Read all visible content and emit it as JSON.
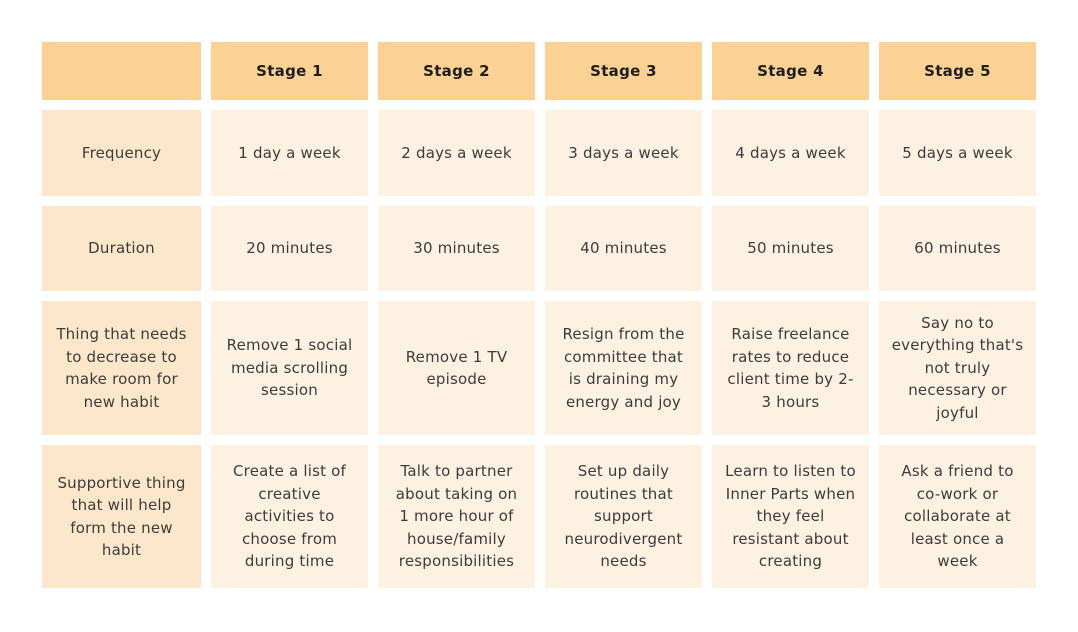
{
  "theme": {
    "page_bg": "#FFFFFF",
    "header_bg": "#FCD294",
    "label_column_bg": "#FDE7CA",
    "body_cell_bg": "#FDF1E2",
    "header_text_color": "#1E1E1E",
    "body_text_color": "#3C3C3C"
  },
  "table": {
    "header": {
      "corner": "",
      "columns": [
        "Stage 1",
        "Stage 2",
        "Stage 3",
        "Stage 4",
        "Stage 5"
      ]
    },
    "rows": [
      {
        "label": "Frequency",
        "cells": [
          "1 day a week",
          "2 days a week",
          "3 days a week",
          "4 days a week",
          "5 days a week"
        ]
      },
      {
        "label": "Duration",
        "cells": [
          "20 minutes",
          "30 minutes",
          "40 minutes",
          "50 minutes",
          "60 minutes"
        ]
      },
      {
        "label": "Thing that needs to decrease to make room for new habit",
        "cells": [
          "Remove 1 social media scrolling session",
          "Remove 1 TV episode",
          "Resign from the committee that is draining my energy and joy",
          "Raise freelance rates to reduce client time by 2-3 hours",
          "Say no to everything that's not truly necessary or joyful"
        ]
      },
      {
        "label": "Supportive thing that will help form the new habit",
        "cells": [
          "Create a list of creative activities to choose from during time",
          "Talk to partner about taking on 1 more hour of house/family responsibilities",
          "Set up daily routines that support neurodivergent needs",
          "Learn to listen to Inner Parts when they feel resistant about creating",
          "Ask a friend to co-work or collaborate at least once a week"
        ]
      }
    ]
  },
  "chart_data": {
    "type": "table",
    "title": "",
    "columns": [
      "",
      "Stage 1",
      "Stage 2",
      "Stage 3",
      "Stage 4",
      "Stage 5"
    ],
    "rows": [
      [
        "Frequency",
        "1 day a week",
        "2 days a week",
        "3 days a week",
        "4 days a week",
        "5 days a week"
      ],
      [
        "Duration",
        "20 minutes",
        "30 minutes",
        "40 minutes",
        "50 minutes",
        "60 minutes"
      ],
      [
        "Thing that needs to decrease to make room for new habit",
        "Remove 1 social media scrolling session",
        "Remove 1 TV episode",
        "Resign from the committee that is draining my energy and joy",
        "Raise freelance rates to reduce client time by 2-3 hours",
        "Say no to everything that's not truly necessary or joyful"
      ],
      [
        "Supportive thing that will help form the new habit",
        "Create a list of creative activities to choose from during time",
        "Talk to partner about taking on 1 more hour of house/family responsibilities",
        "Set up daily routines that support neurodivergent needs",
        "Learn to listen to Inner Parts when they feel resistant about creating",
        "Ask a friend to co-work or collaborate at least once a week"
      ]
    ]
  }
}
